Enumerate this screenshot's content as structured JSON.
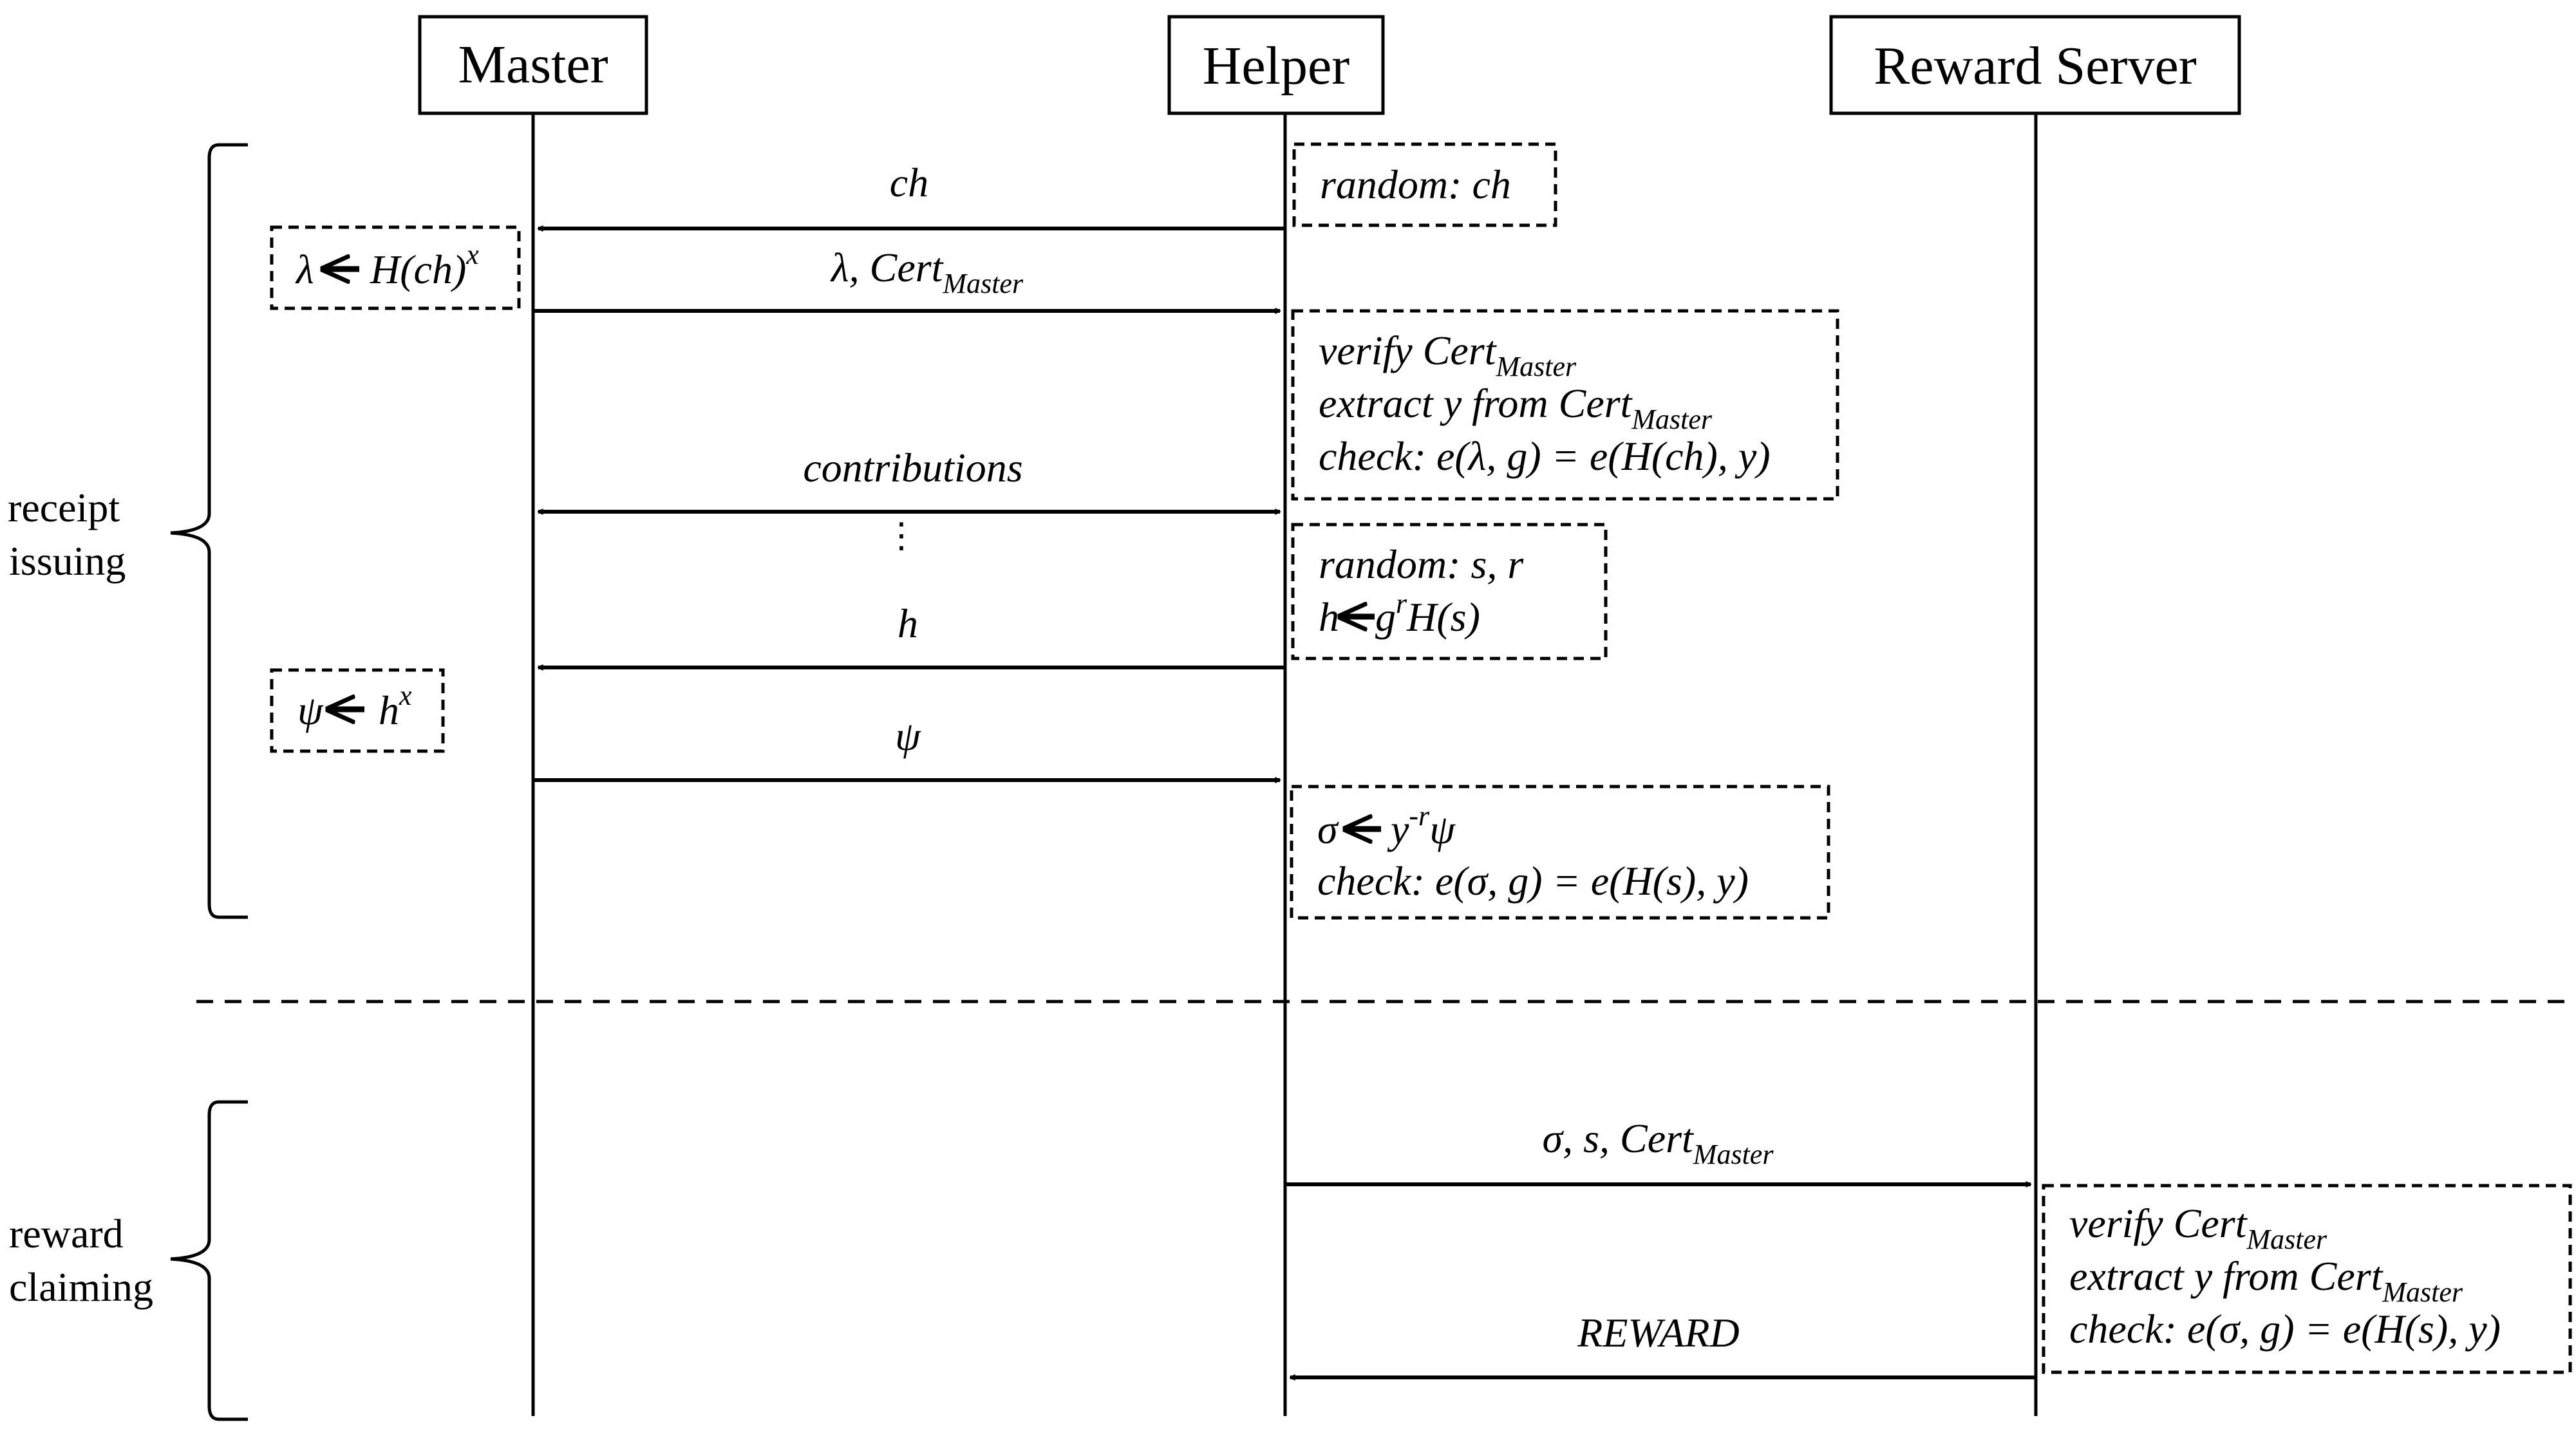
{
  "actors": {
    "master": "Master",
    "helper": "Helper",
    "reward_server": "Reward Server"
  },
  "phases": {
    "receipt_issuing": [
      "receipt",
      "issuing"
    ],
    "reward_claiming": [
      "reward",
      "claiming"
    ]
  },
  "messages": {
    "ch": "ch",
    "lambda_cert": "λ, Cert",
    "lambda_cert_sub": "Master",
    "contributions": "contributions",
    "ellipsis": "⋮",
    "h": "h",
    "psi": "ψ",
    "sigma_s_cert": "σ, s, Cert",
    "sigma_s_cert_sub": "Master",
    "reward": "REWARD"
  },
  "notes": {
    "random_ch": "random: ch",
    "lambda_calc_a": "λ",
    "lambda_calc_b": "H(ch)",
    "lambda_calc_sup": "x",
    "verify_1": {
      "line1": "verify Cert",
      "line1_sub": "Master",
      "line2": "extract y from Cert",
      "line2_sub": "Master",
      "line3": "check: e(λ, g) = e(H(ch), y)"
    },
    "random_sr": {
      "line1": "random: s, r",
      "line2_a": "h",
      "line2_b": "g",
      "line2_sup": "r",
      "line2_c": "H(s)"
    },
    "psi_calc_a": "ψ",
    "psi_calc_b": "h",
    "psi_calc_sup": "x",
    "sigma_calc": {
      "line1_a": "σ",
      "line1_b": "y",
      "line1_sup": "-r",
      "line1_c": "ψ",
      "line2": "check: e(σ, g) = e(H(s), y)"
    },
    "verify_2": {
      "line1": "verify Cert",
      "line1_sub": "Master",
      "line2": "extract y from Cert",
      "line2_sub": "Master",
      "line3": "check: e(σ, g) = e(H(s), y)"
    }
  },
  "symbols": {
    "left_arrow": "🡐"
  }
}
